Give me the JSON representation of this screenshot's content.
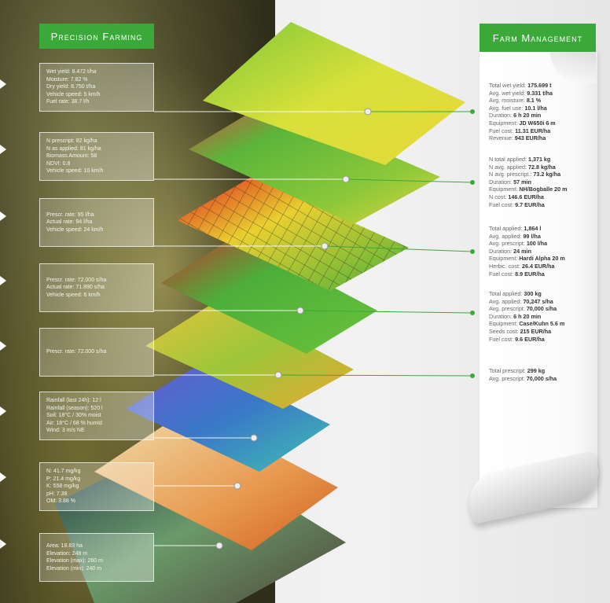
{
  "left_title": "Precision Farming",
  "right_title": "Farm Management",
  "left_boxes": [
    [
      "Wet yield: 8.472 t/ha",
      "Moisture: 7.82 %",
      "Dry yield: 8.750 t/ha",
      "Vehicle speed: 5 km/h",
      "Fuel rate: 38.7 l/h"
    ],
    [
      "N prescript: 82 kg/ha",
      "N as applied: 81 kg/ha",
      "Biomass Amount: 58",
      "NDVI: 0.8",
      "Vehicle speed: 10 km/h"
    ],
    [
      "Prescr. rate: 95 l/ha",
      "Actual rate: 94 l/ha",
      "Vehicle speed: 24 km/h"
    ],
    [
      "Prescr. rate: 72.000 s/ha",
      "Actual rate: 71.890 s/ha",
      "Vehicle speed: 6 km/h"
    ],
    [
      "Prescr. rate: 72.000 s/ha"
    ],
    [
      "Rainfall (last 24h): 12 l",
      "Rainfall (season): 520 l",
      "Soil: 18°C / 30% moist",
      "Air: 18°C / 68 % humid",
      "Wind: 3 m/s NE"
    ],
    [
      "N: 41.7 mg/kg",
      "P: 21.4 mg/kg",
      "K: 558 mg/kg",
      "pH: 7.38",
      "OM: 3.88 %"
    ],
    [
      "Area: 18.83 ha",
      "Elevation: 248 m",
      "Elevation (max): 260 m",
      "Elevation (min): 240 m"
    ]
  ],
  "right_stats": [
    [
      [
        "Total wet yield: ",
        "175.699 t"
      ],
      [
        "Avg. wet yield: ",
        "9.331 t/ha"
      ],
      [
        "Avg. moisture: ",
        "8.1 %"
      ],
      [
        "Avg. fuel use: ",
        "10.1 l/ha"
      ],
      [
        "Duration: ",
        "6 h 20 min"
      ],
      [
        "Equipment: ",
        "JD W650i 6 m"
      ],
      [
        "Fuel cost: ",
        "11.31 EUR/ha"
      ],
      [
        "Revenue: ",
        "943 EUR/ha"
      ]
    ],
    [
      [
        "N total applied: ",
        "1,371 kg"
      ],
      [
        "N avg. applied: ",
        "72.8 kg/ha"
      ],
      [
        "N avg. prescript.: ",
        "73.2 kg/ha"
      ],
      [
        "Duration: ",
        "57 min"
      ],
      [
        "Equipment: ",
        "NH/Bogballe 20 m"
      ],
      [
        "N cost: ",
        "146.6 EUR/ha"
      ],
      [
        "Fuel cost: ",
        "9.7 EUR/ha"
      ]
    ],
    [
      [
        "Total applied: ",
        "1,864 l"
      ],
      [
        "Avg. applied: ",
        "99 l/ha"
      ],
      [
        "Avg. prescript: ",
        "100 l/ha"
      ],
      [
        "Duration: ",
        "24 min"
      ],
      [
        "Equipment: ",
        "Hardi Alpha 20 m"
      ],
      [
        "Herbic. cost: ",
        "26.4 EUR/ha"
      ],
      [
        "Fuel cost: ",
        "8.9 EUR/ha"
      ]
    ],
    [
      [
        "Total applied: ",
        "300 kg"
      ],
      [
        "Avg. applied: ",
        "70,247 s/ha"
      ],
      [
        "Avg. prescript: ",
        "70,000 s/ha"
      ],
      [
        "Duration: ",
        "6 h 20 min"
      ],
      [
        "Equipment: ",
        "Case/Kuhn 5.6 m"
      ],
      [
        "Seeds cost: ",
        "215 EUR/ha"
      ],
      [
        "Fuel cost: ",
        "9.6 EUR/ha"
      ]
    ],
    [
      [
        "Total prescript: ",
        "299 kg"
      ],
      [
        "Avg. prescript: ",
        "70,000 s/ha"
      ]
    ]
  ],
  "colors": {
    "accent": "#3aa93a"
  }
}
